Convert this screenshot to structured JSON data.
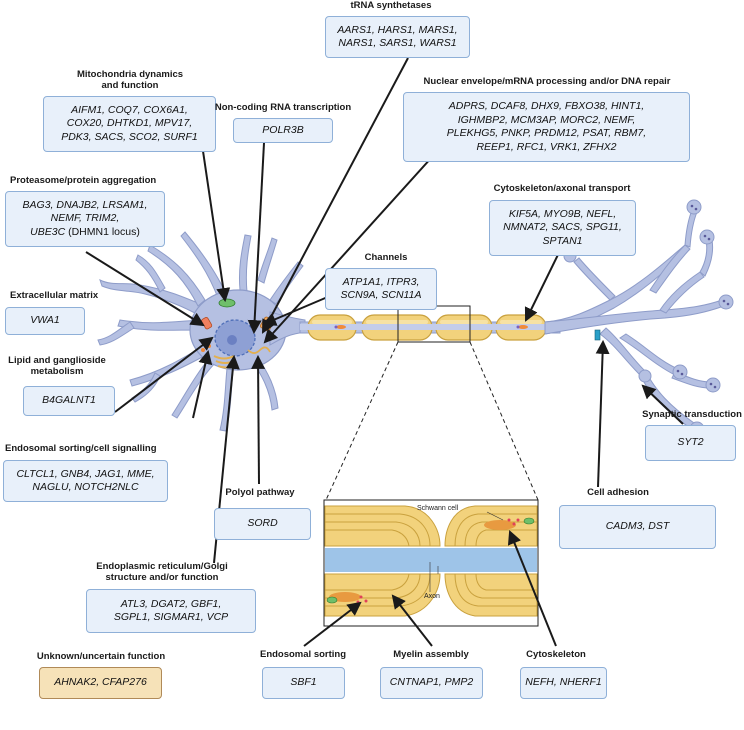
{
  "categories": {
    "trna": {
      "title": "tRNA synthetases",
      "lines": [
        "AARS1, HARS1, MARS1,",
        "NARS1, SARS1, WARS1"
      ]
    },
    "mito": {
      "title_lines": [
        "Mitochondria dynamics",
        "and function"
      ],
      "lines": [
        "AIFM1, COQ7, COX6A1,",
        "COX20, DHTKD1, MPV17,",
        "PDK3, SACS, SCO2, SURF1"
      ]
    },
    "ncrna": {
      "title": "Non-coding RNA transcription",
      "lines": [
        "POLR3B"
      ]
    },
    "nuclear": {
      "title": "Nuclear envelope/mRNA processing and/or DNA repair",
      "lines": [
        "ADPRS, DCAF8, DHX9, FBXO38, HINT1,",
        "IGHMBP2, MCM3AP, MORC2, NEMF,",
        "PLEKHG5, PNKP, PRDM12, PSAT, RBM7,",
        "REEP1, RFC1, VRK1, ZFHX2"
      ]
    },
    "proteasome": {
      "title": "Proteasome/protein aggregation",
      "lines": [
        "BAG3, DNAJB2, LRSAM1,",
        "NEMF, TRIM2,"
      ],
      "last_italic": "UBE3C",
      "last_upright": " (DHMN1 locus)"
    },
    "cytoskeleton_axonal": {
      "title": "Cytoskeleton/axonal transport",
      "lines": [
        "KIF5A, MYO9B, NEFL,",
        "NMNAT2, SACS, SPG11,",
        "SPTAN1"
      ]
    },
    "channels": {
      "title": "Channels",
      "lines": [
        "ATP1A1, ITPR3,",
        "SCN9A, SCN11A"
      ]
    },
    "ecm": {
      "title": "Extracellular matrix",
      "lines": [
        "VWA1"
      ]
    },
    "lipid": {
      "title_lines": [
        "Lipid and ganglioside",
        "metabolism"
      ],
      "lines": [
        "B4GALNT1"
      ]
    },
    "synaptic": {
      "title": "Synaptic transduction",
      "lines": [
        "SYT2"
      ]
    },
    "endosomal_signalling": {
      "title": "Endosomal sorting/cell signalling",
      "lines": [
        "CLTCL1, GNB4, JAG1, MME,",
        "NAGLU, NOTCH2NLC"
      ]
    },
    "polyol": {
      "title": "Polyol pathway",
      "lines": [
        "SORD"
      ]
    },
    "adhesion": {
      "title": "Cell adhesion",
      "lines": [
        "CADM3, DST"
      ]
    },
    "er_golgi": {
      "title_lines": [
        "Endoplasmic reticulum/Golgi",
        "structure and/or function"
      ],
      "lines": [
        "ATL3, DGAT2, GBF1,",
        "SGPL1, SIGMAR1, VCP"
      ]
    },
    "endosomal": {
      "title": "Endosomal sorting",
      "lines": [
        "SBF1"
      ]
    },
    "myelin": {
      "title": "Myelin assembly",
      "lines": [
        "CNTNAP1, PMP2"
      ]
    },
    "cyto": {
      "title": "Cytoskeleton",
      "lines": [
        "NEFH, NHERF1"
      ]
    },
    "unknown": {
      "title": "Unknown/uncertain function",
      "lines": [
        "AHNAK2, CFAP276"
      ]
    }
  },
  "inset": {
    "schwann_label": "Schwann cell",
    "axon_label": "Axon"
  },
  "colors": {
    "box_fill": "#e8f0fa",
    "box_border": "#8fb0d8",
    "unknown_fill": "#f6e2b8",
    "unknown_border": "#b08a58",
    "neuron": "#b5c0e2",
    "neuron_edge": "#8e9cc9",
    "myelin": "#f2d27c",
    "myelin_edge": "#c9a13e",
    "arrow": "#1a1a1a"
  }
}
